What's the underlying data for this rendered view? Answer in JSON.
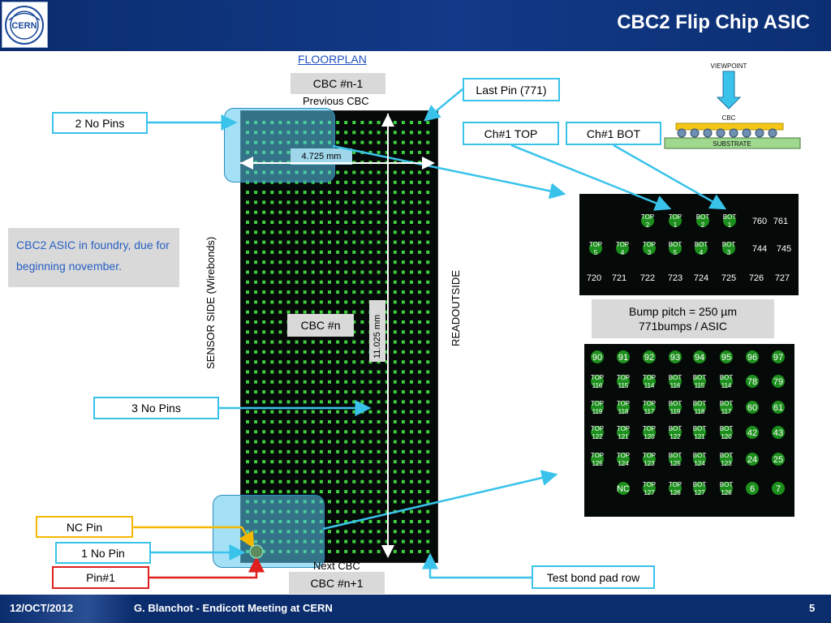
{
  "header": {
    "title": "CBC2 Flip Chip ASIC",
    "logo_text": "CERN"
  },
  "floorplan_link": "FLOORPLAN",
  "cbc_prev": {
    "box": "CBC #n-1",
    "label": "Previous CBC"
  },
  "cbc_next": {
    "label": "Next CBC",
    "box": "CBC #n+1"
  },
  "cbc_center": "CBC #n",
  "dims": {
    "width": "4.725 mm",
    "height": "11.025 mm"
  },
  "side_labels": {
    "sensor": "SENSOR SIDE (Wirebonds)",
    "readout": "READOUTSIDE"
  },
  "callouts": {
    "no_pins_2": "2 No Pins",
    "no_pins_3": "3 No Pins",
    "nc_pin": "NC Pin",
    "no_pin_1": "1 No Pin",
    "pin1": "Pin#1",
    "last_pin": "Last Pin (771)",
    "ch1_top": "Ch#1 TOP",
    "ch1_bot": "Ch#1 BOT",
    "test_bond": "Test bond pad row"
  },
  "note": "CBC2 ASIC in foundry, due for beginning november.",
  "bump_info": {
    "line1": "Bump pitch = 250 µm",
    "line2": "771bumps / ASIC"
  },
  "viewpoint": {
    "label": "VIEWPOINT",
    "cbc": "CBC",
    "substrate": "SUBSTRATE"
  },
  "footer": {
    "date": "12/OCT/2012",
    "meeting": "G. Blanchot - Endicott Meeting at CERN",
    "page": "5"
  },
  "zoom_top": {
    "row1": [
      "TOP\n2",
      "TOP\n1",
      "BOT\n2",
      "BOT\n1"
    ],
    "row1_numbers": [
      "760",
      "761"
    ],
    "row2": [
      "TOP\n5",
      "TOP\n4",
      "TOP\n3",
      "BOT\n5",
      "BOT\n4",
      "BOT\n3"
    ],
    "row2_numbers": [
      "744",
      "745"
    ],
    "row3_numbers": [
      "720",
      "721",
      "722",
      "723",
      "724",
      "725",
      "726",
      "727"
    ]
  },
  "zoom_bottom": {
    "row1_numbers": [
      "90",
      "91",
      "92",
      "93",
      "94",
      "95",
      "96",
      "97"
    ],
    "row2": [
      "TOP\n116",
      "TOP\n115",
      "TOP\n114",
      "BOT\n116",
      "BOT\n115",
      "BOT\n114"
    ],
    "row2_numbers": [
      "78",
      "79"
    ],
    "row3": [
      "TOP\n119",
      "TOP\n118",
      "TOP\n117",
      "BOT\n119",
      "BOT\n118",
      "BOT\n117"
    ],
    "row3_numbers": [
      "60",
      "61"
    ],
    "row4": [
      "TOP\n122",
      "TOP\n121",
      "TOP\n120",
      "BOT\n122",
      "BOT\n121",
      "BOT\n120"
    ],
    "row4_numbers": [
      "42",
      "43"
    ],
    "row5": [
      "TOP\n125",
      "TOP\n124",
      "TOP\n123",
      "BOT\n125",
      "BOT\n124",
      "BOT\n123"
    ],
    "row5_numbers": [
      "24",
      "25"
    ],
    "row6": [
      "NC",
      "TOP\n127",
      "TOP\n126",
      "BOT\n127",
      "BOT\n126"
    ],
    "row6_numbers": [
      "6",
      "7"
    ]
  },
  "colors": {
    "accent": "#39c3ea",
    "header": "#0b2d6e",
    "bump": "#1c8f1c",
    "nc": "#f5b800",
    "pin1": "#e01f1f"
  }
}
